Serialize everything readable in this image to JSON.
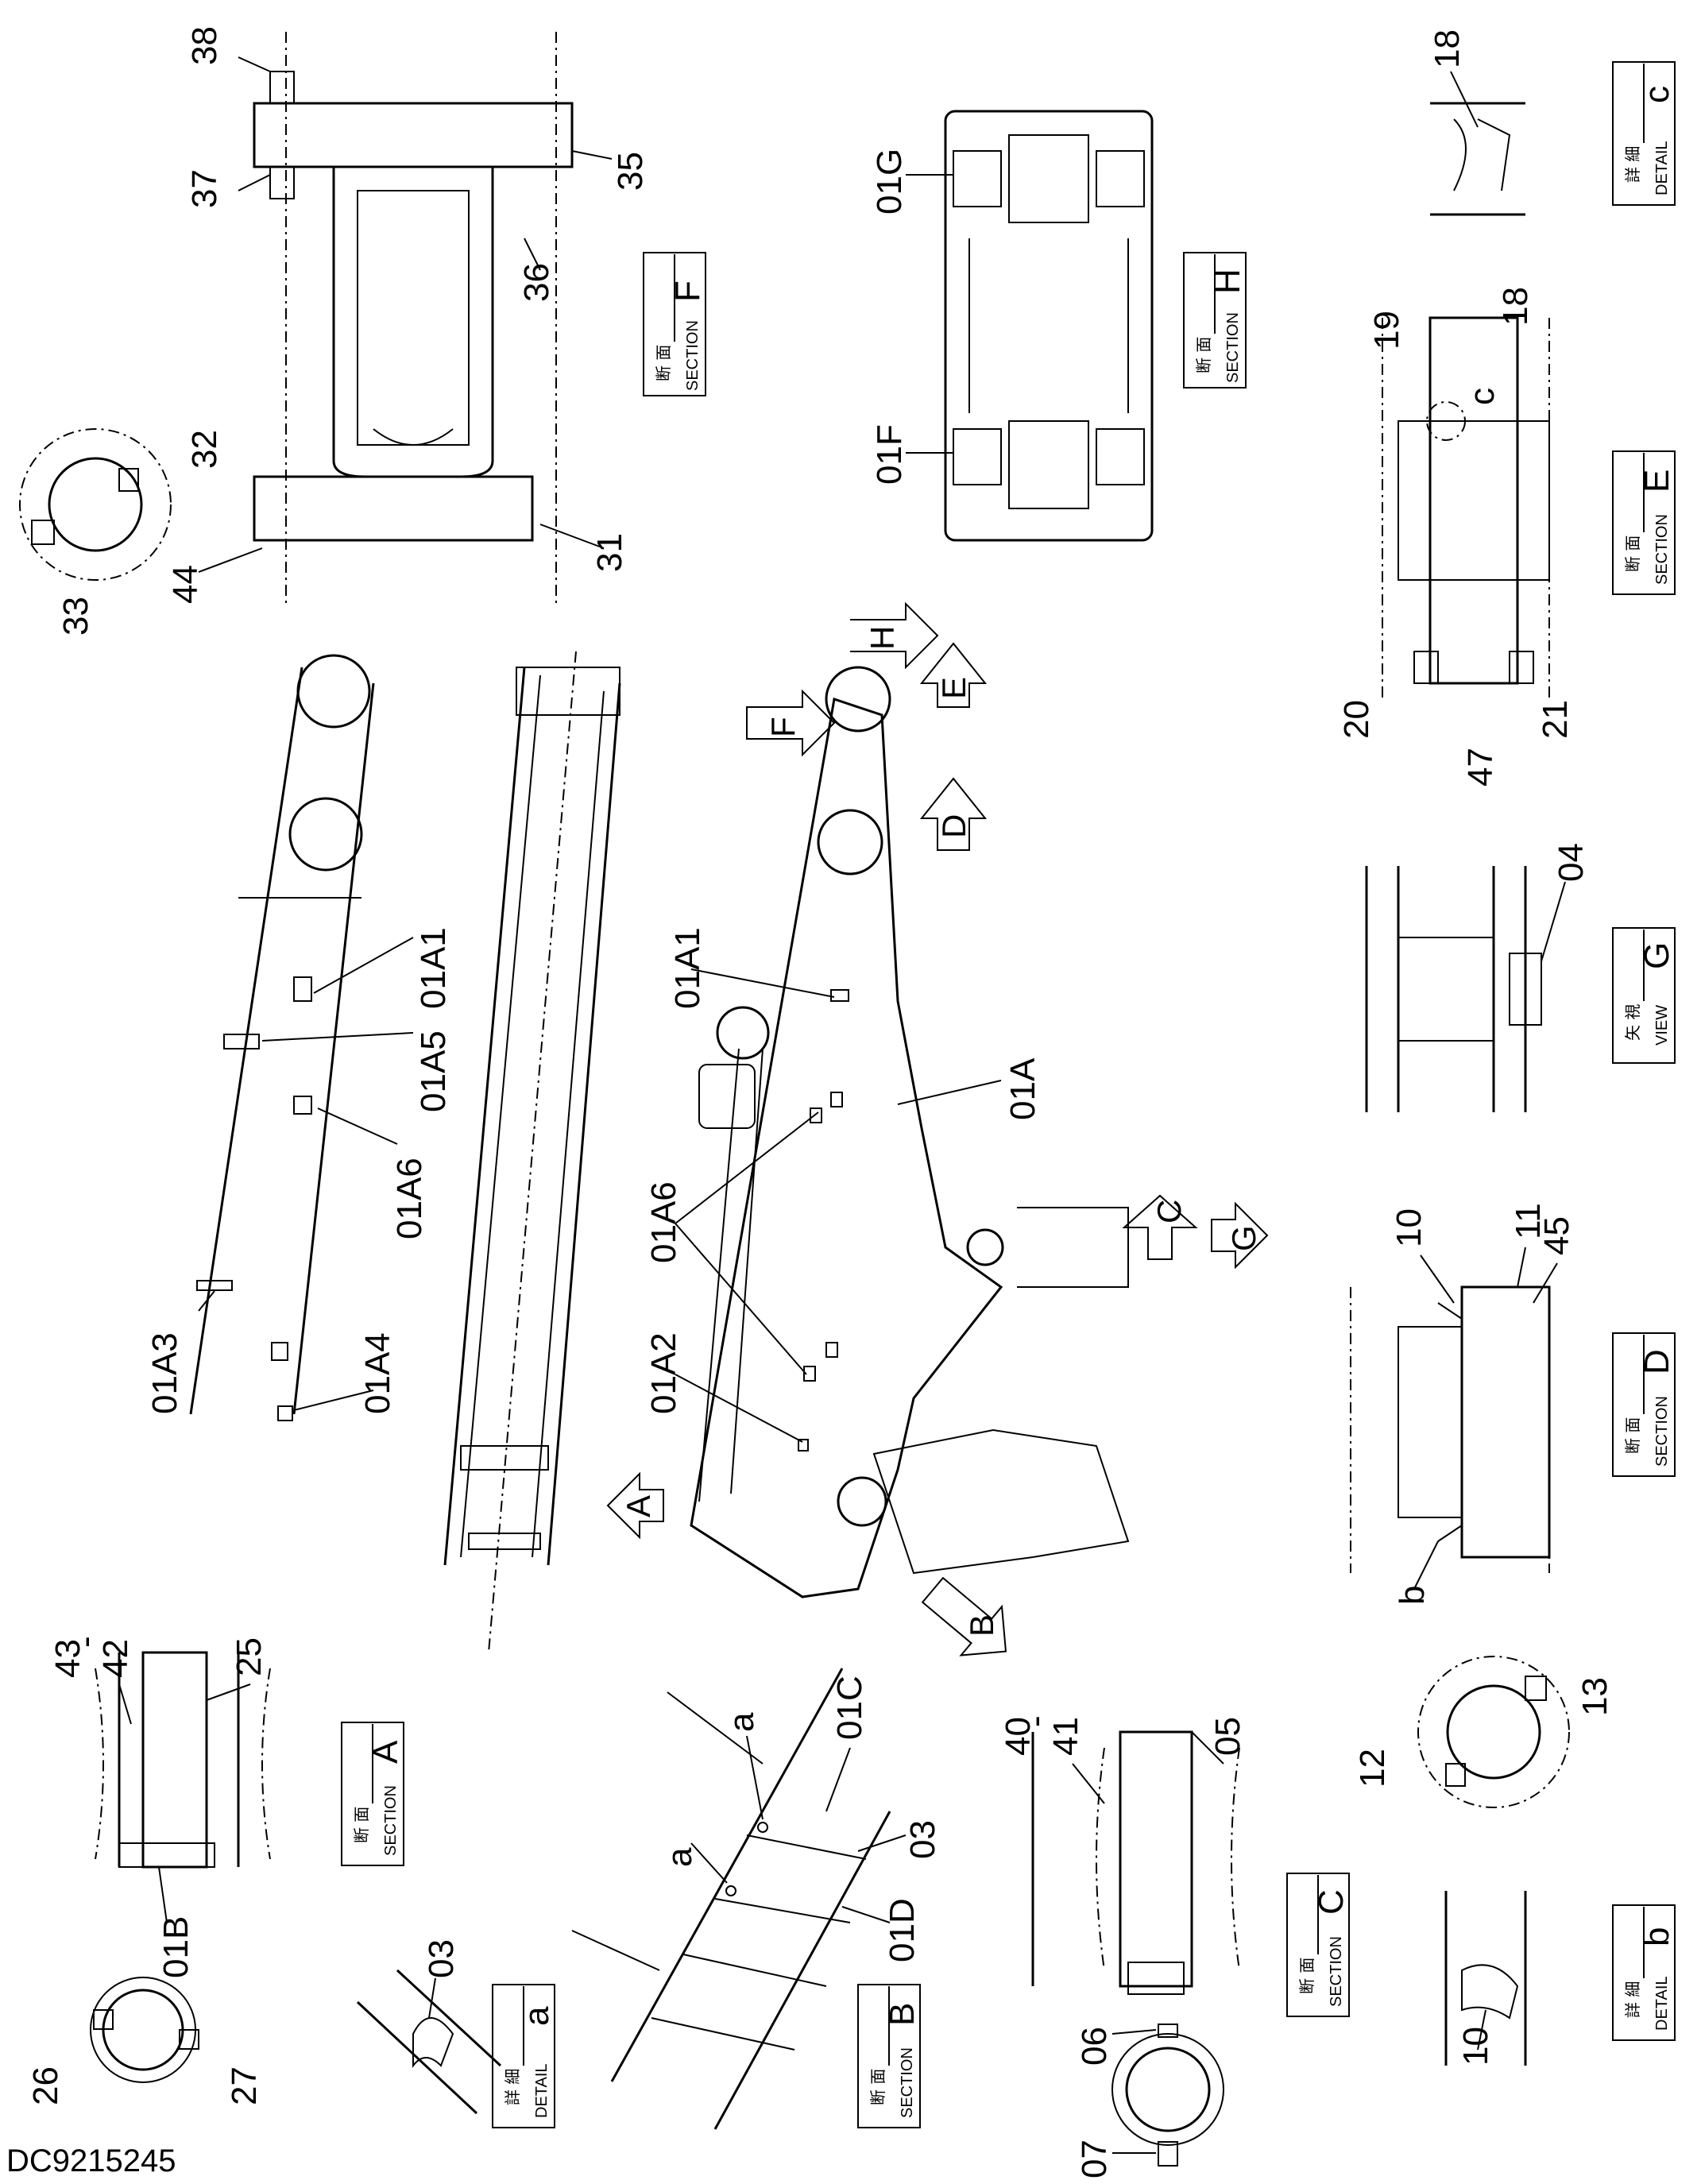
{
  "document_id": "DC9215245",
  "callouts": {
    "c38": "38",
    "c37": "37",
    "c35": "35",
    "c36": "36",
    "c32": "32",
    "c33": "33",
    "c31": "31",
    "c44": "44",
    "c01A1_left": "01A1",
    "c01A5": "01A5",
    "c01A6_left": "01A6",
    "c01A3": "01A3",
    "c01A4": "01A4",
    "c01A1_right": "01A1",
    "c01A": "01A",
    "c01A6_right": "01A6",
    "c01A2": "01A2",
    "c01G": "01G",
    "c01F": "01F",
    "c18_top": "18",
    "c18_e": "18",
    "c19": "19",
    "c20": "20",
    "c21": "21",
    "c47": "47",
    "c04": "04",
    "c10_d": "10",
    "c11": "11",
    "c45": "45",
    "c12": "12",
    "c13": "13",
    "c10_b": "10",
    "c43_42": "43",
    "c43_dash": "-",
    "c42": "42",
    "c25": "25",
    "c01B": "01B",
    "c26": "26",
    "c27": "27",
    "c03_a": "03",
    "c01C": "01C",
    "c03_b": "03",
    "c01D": "01D",
    "ca1": "a",
    "ca2": "a",
    "c40": "40",
    "c40_dash": "-",
    "c41": "41",
    "c05": "05",
    "c06": "06",
    "c07": "07",
    "lower_b": "b",
    "lower_c": "c"
  },
  "view_arrows": {
    "A": "A",
    "B": "B",
    "C": "C",
    "D": "D",
    "E": "E",
    "F": "F",
    "G": "G",
    "H": "H"
  },
  "tags": {
    "section_f": {
      "jp": "断 面",
      "en": "SECTION",
      "letter": "F"
    },
    "section_h": {
      "jp": "断 面",
      "en": "SECTION",
      "letter": "H"
    },
    "detail_c": {
      "jp": "詳 細",
      "en": "DETAIL",
      "letter": "c"
    },
    "section_e": {
      "jp": "断 面",
      "en": "SECTION",
      "letter": "E"
    },
    "view_g": {
      "jp": "矢 視",
      "en": "VIEW",
      "letter": "G"
    },
    "section_d": {
      "jp": "断 面",
      "en": "SECTION",
      "letter": "D"
    },
    "detail_b": {
      "jp": "詳 細",
      "en": "DETAIL",
      "letter": "b"
    },
    "section_a": {
      "jp": "断 面",
      "en": "SECTION",
      "letter": "A"
    },
    "detail_a": {
      "jp": "詳 細",
      "en": "DETAIL",
      "letter": "a"
    },
    "section_b": {
      "jp": "断 面",
      "en": "SECTION",
      "letter": "B"
    },
    "section_c": {
      "jp": "断 面",
      "en": "SECTION",
      "letter": "C"
    }
  }
}
